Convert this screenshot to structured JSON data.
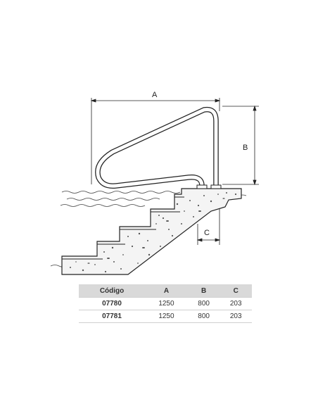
{
  "diagram": {
    "dimension_labels": {
      "a": "A",
      "b": "B",
      "c": "C"
    }
  },
  "table": {
    "headers": [
      "Código",
      "A",
      "B",
      "C"
    ],
    "rows": [
      [
        "07780",
        "1250",
        "800",
        "203"
      ],
      [
        "07781",
        "1250",
        "800",
        "203"
      ]
    ]
  }
}
